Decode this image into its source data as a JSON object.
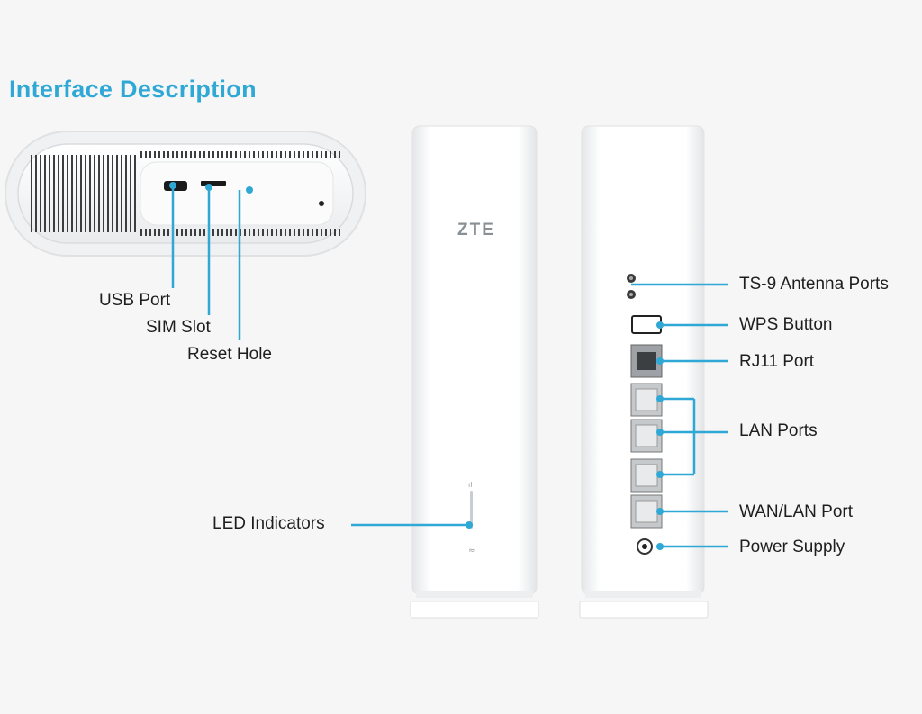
{
  "title": "Interface Description",
  "brand": "ZTE",
  "callouts": {
    "usb_port": "USB Port",
    "sim_slot": "SIM Slot",
    "reset_hole": "Reset Hole",
    "led_indicators": "LED Indicators",
    "antenna_ports": "TS-9 Antenna Ports",
    "wps_button": "WPS Button",
    "rj11_port": "RJ11 Port",
    "lan_ports": "LAN Ports",
    "wan_lan_port": "WAN/LAN Port",
    "power_supply": "Power Supply"
  },
  "colors": {
    "accent": "#2fa8d6",
    "device": "#ffffff",
    "background": "#f6f6f6"
  }
}
